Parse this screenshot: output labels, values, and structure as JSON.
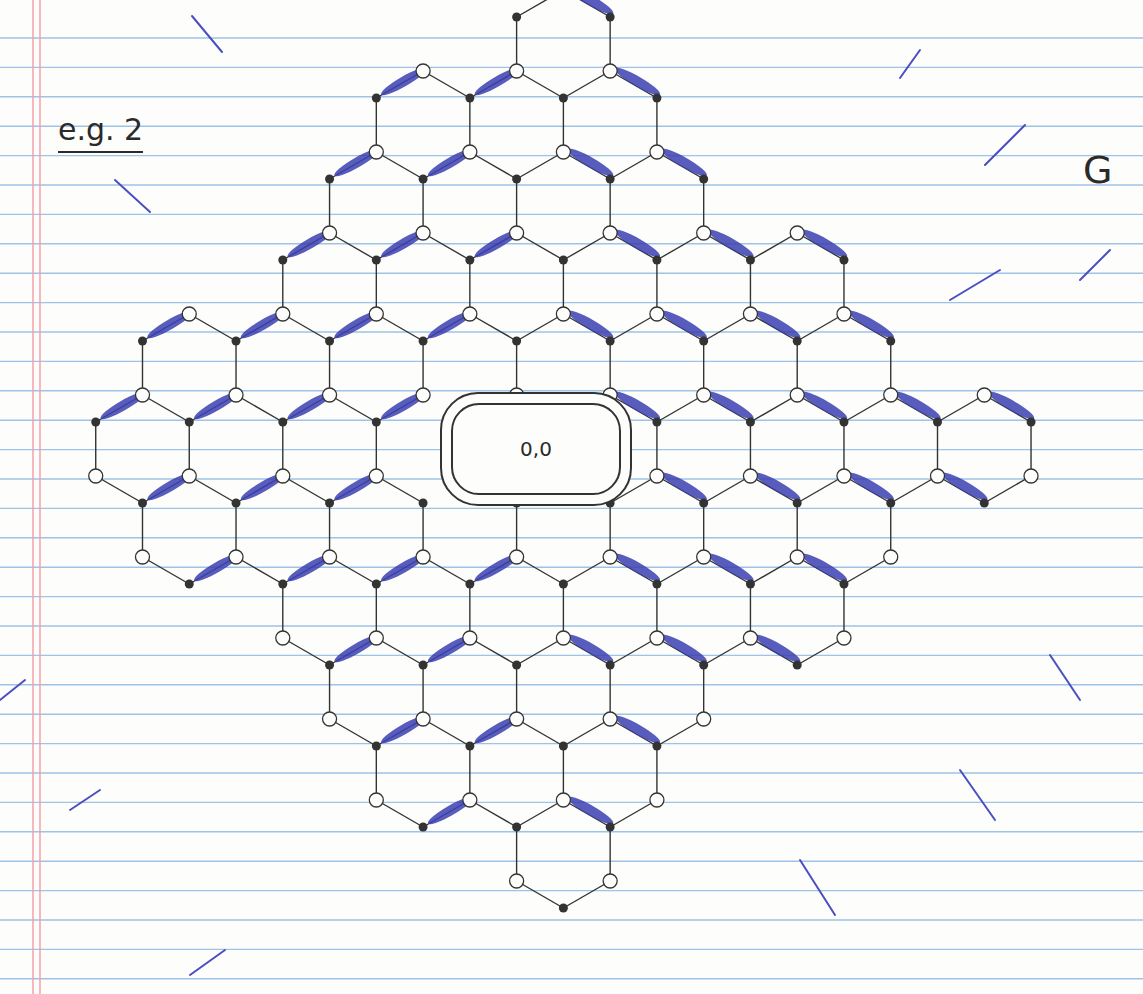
{
  "diagram": {
    "nodes": [
      {
        "text": [
          "0,0"
        ]
      }
    ],
    "labels": [
      "e.g. 2",
      "G"
    ]
  }
}
